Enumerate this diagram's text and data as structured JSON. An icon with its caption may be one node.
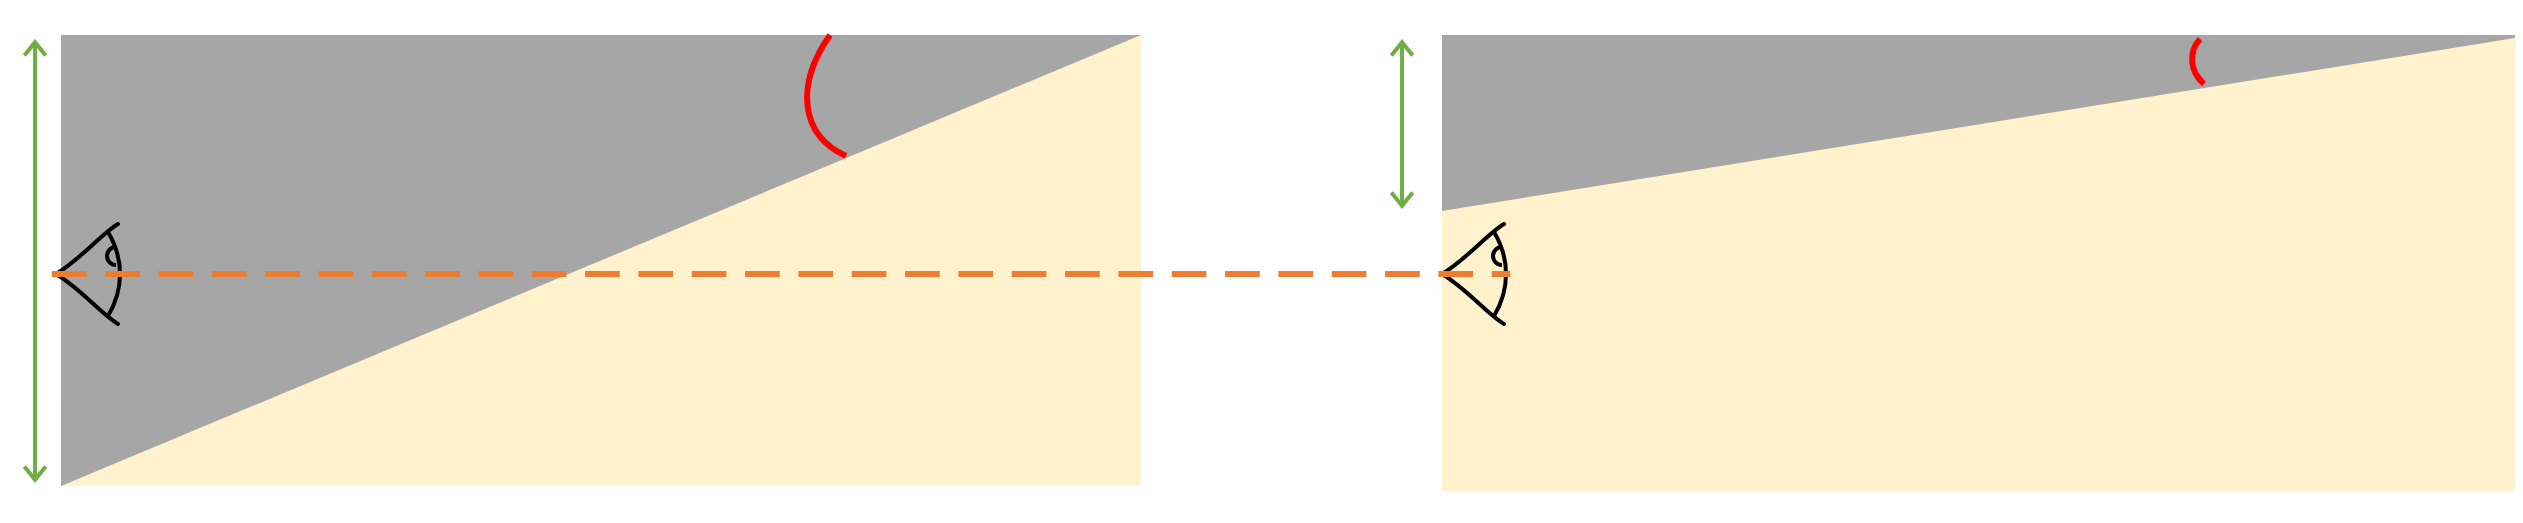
{
  "diagram": {
    "nodes": [
      {
        "text": [],
        "shape": "eye"
      },
      {
        "text": [],
        "shape": "eye"
      }
    ],
    "edges": [
      {
        "from": 0,
        "to": 1,
        "arrow": "none",
        "style": "dashed",
        "color": "#ed7d31"
      }
    ]
  }
}
